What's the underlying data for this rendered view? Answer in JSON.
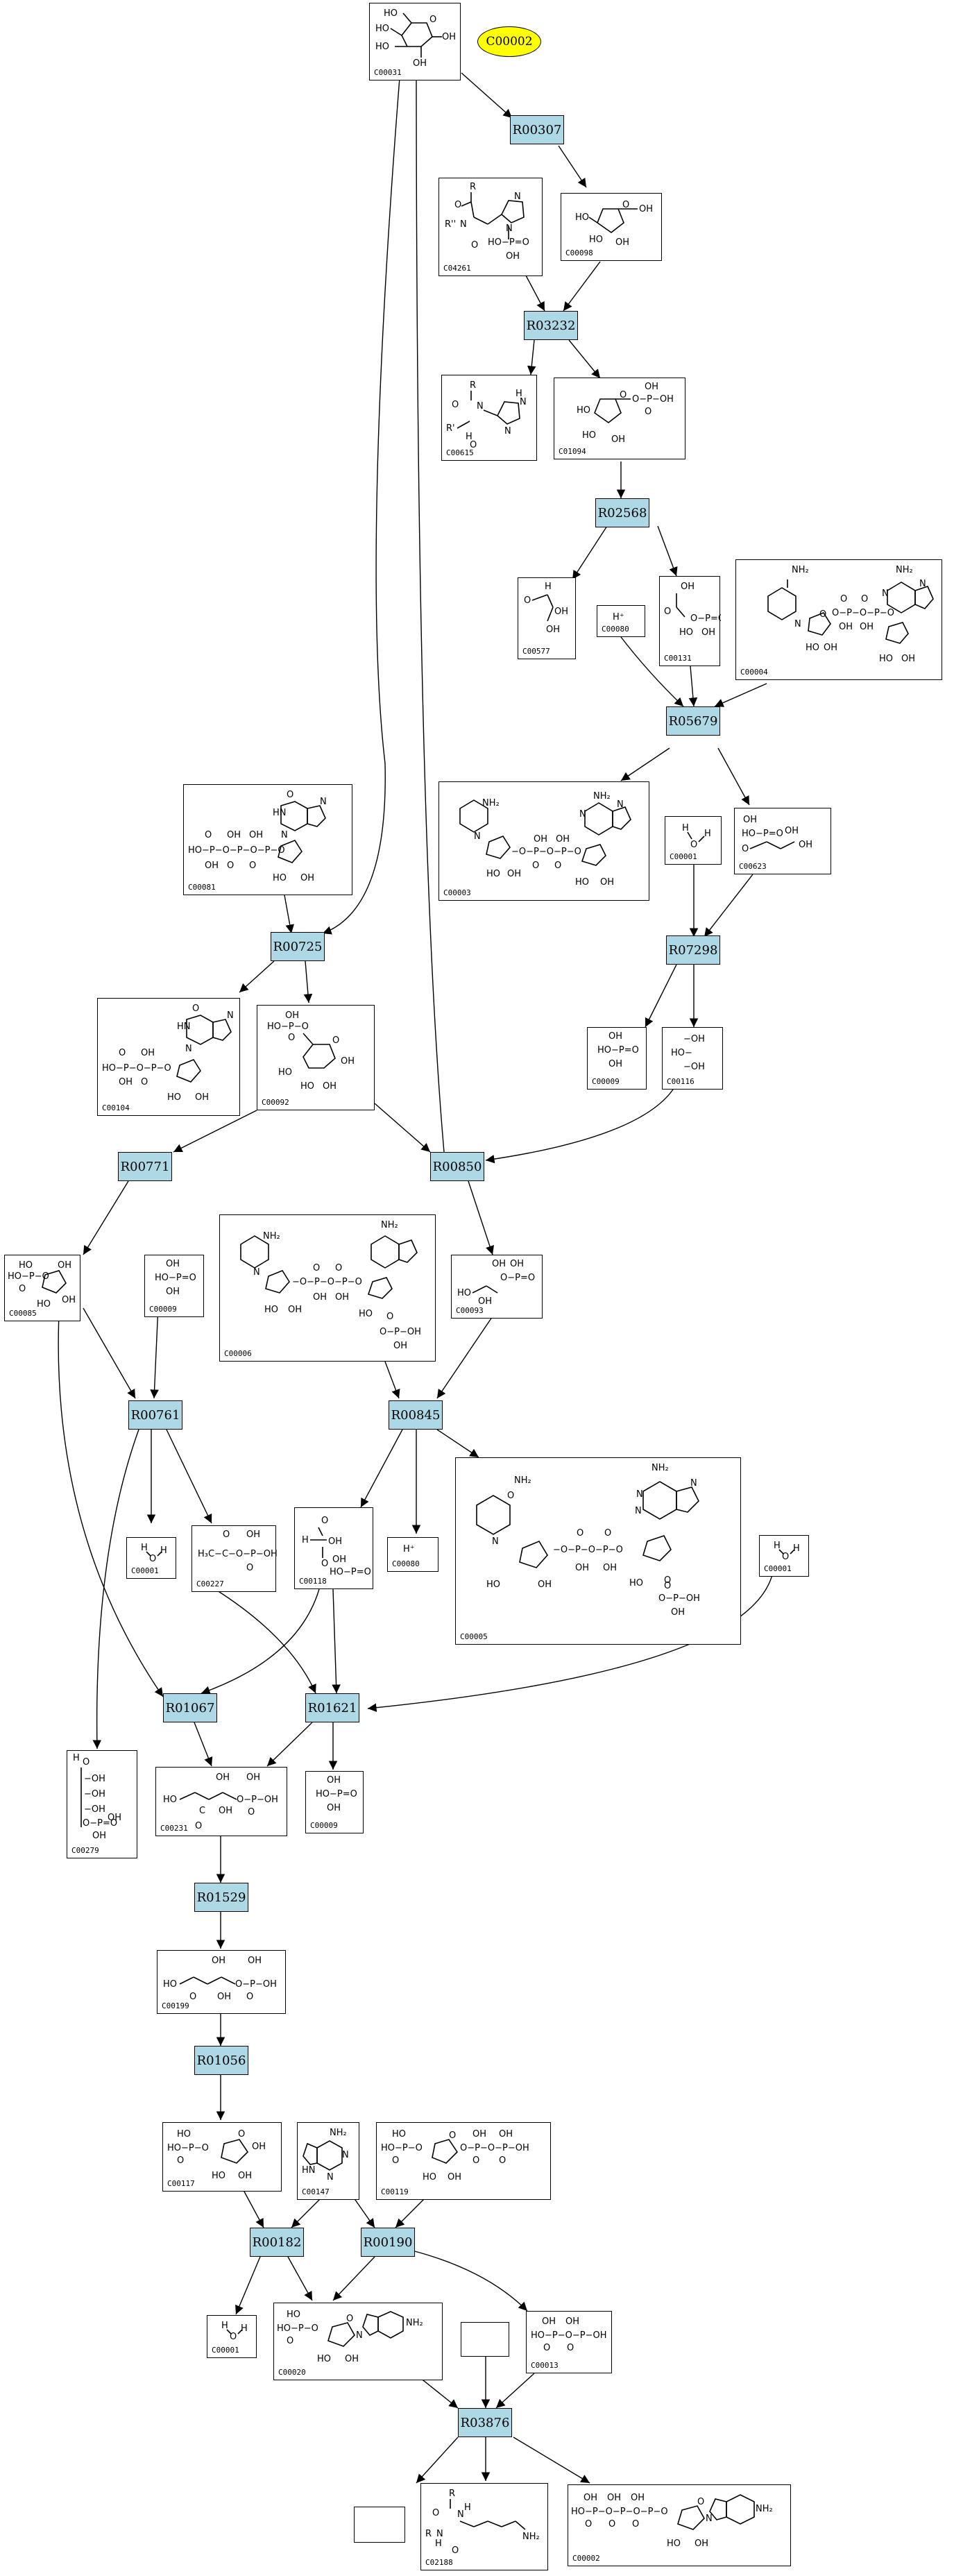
{
  "target": {
    "label": "C00002"
  },
  "reactions": [
    {
      "id": "R00307",
      "label": "R00307"
    },
    {
      "id": "R03232",
      "label": "R03232"
    },
    {
      "id": "R02568",
      "label": "R02568"
    },
    {
      "id": "R05679",
      "label": "R05679"
    },
    {
      "id": "R07298",
      "label": "R07298"
    },
    {
      "id": "R00725",
      "label": "R00725"
    },
    {
      "id": "R00771",
      "label": "R00771"
    },
    {
      "id": "R00850",
      "label": "R00850"
    },
    {
      "id": "R00761",
      "label": "R00761"
    },
    {
      "id": "R00845",
      "label": "R00845"
    },
    {
      "id": "R01067",
      "label": "R01067"
    },
    {
      "id": "R01621",
      "label": "R01621"
    },
    {
      "id": "R01529",
      "label": "R01529"
    },
    {
      "id": "R01056",
      "label": "R01056"
    },
    {
      "id": "R00182",
      "label": "R00182"
    },
    {
      "id": "R00190",
      "label": "R00190"
    },
    {
      "id": "R03876",
      "label": "R03876"
    }
  ],
  "compounds": [
    {
      "id": "C00031",
      "label": "C00031"
    },
    {
      "id": "C00098",
      "label": "C00098"
    },
    {
      "id": "C04261",
      "label": "C04261"
    },
    {
      "id": "C00615",
      "label": "C00615"
    },
    {
      "id": "C01094",
      "label": "C01094"
    },
    {
      "id": "C00577",
      "label": "C00577"
    },
    {
      "id": "C00080a",
      "label": "C00080",
      "formula": "H⁺"
    },
    {
      "id": "C00131",
      "label": "C00131"
    },
    {
      "id": "C00004",
      "label": "C00004"
    },
    {
      "id": "C00081",
      "label": "C00081"
    },
    {
      "id": "C00003",
      "label": "C00003"
    },
    {
      "id": "C00001a",
      "label": "C00001"
    },
    {
      "id": "C00623",
      "label": "C00623"
    },
    {
      "id": "C00104",
      "label": "C00104"
    },
    {
      "id": "C00092",
      "label": "C00092"
    },
    {
      "id": "C00009a",
      "label": "C00009"
    },
    {
      "id": "C00116",
      "label": "C00116"
    },
    {
      "id": "C00085",
      "label": "C00085"
    },
    {
      "id": "C00009b",
      "label": "C00009"
    },
    {
      "id": "C00006",
      "label": "C00006"
    },
    {
      "id": "C00093",
      "label": "C00093"
    },
    {
      "id": "C00001b",
      "label": "C00001"
    },
    {
      "id": "C00227",
      "label": "C00227"
    },
    {
      "id": "C00118",
      "label": "C00118"
    },
    {
      "id": "C00080b",
      "label": "C00080",
      "formula": "H⁺"
    },
    {
      "id": "C00005",
      "label": "C00005"
    },
    {
      "id": "C00001c",
      "label": "C00001"
    },
    {
      "id": "C00279",
      "label": "C00279"
    },
    {
      "id": "C00231",
      "label": "C00231"
    },
    {
      "id": "C00009c",
      "label": "C00009"
    },
    {
      "id": "C00199",
      "label": "C00199"
    },
    {
      "id": "C00117",
      "label": "C00117"
    },
    {
      "id": "C00147",
      "label": "C00147"
    },
    {
      "id": "C00119",
      "label": "C00119"
    },
    {
      "id": "C00001d",
      "label": "C00001"
    },
    {
      "id": "C00020",
      "label": "C00020"
    },
    {
      "id": "C00013",
      "label": "C00013"
    },
    {
      "id": "C02188",
      "label": "C02188"
    },
    {
      "id": "C00002",
      "label": "C00002"
    }
  ]
}
